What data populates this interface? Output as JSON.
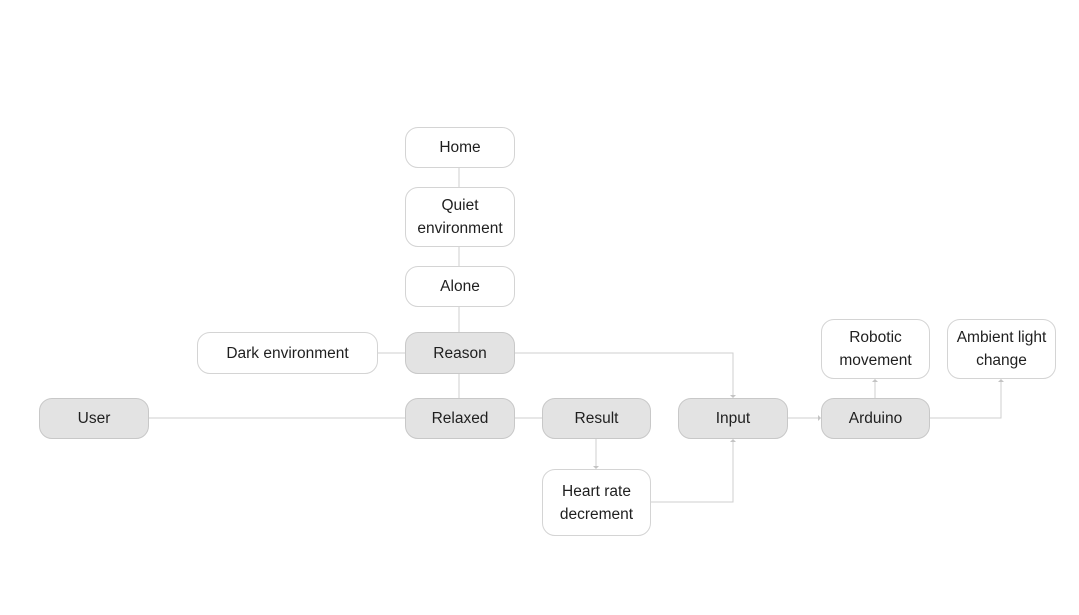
{
  "diagram": {
    "nodes": {
      "home": {
        "label": "Home"
      },
      "quiet": {
        "label": "Quiet\nenvironment"
      },
      "alone": {
        "label": "Alone"
      },
      "dark": {
        "label": "Dark environment"
      },
      "reason": {
        "label": "Reason"
      },
      "user": {
        "label": "User"
      },
      "relaxed": {
        "label": "Relaxed"
      },
      "result": {
        "label": "Result"
      },
      "heart": {
        "label": "Heart rate\ndecrement"
      },
      "input": {
        "label": "Input"
      },
      "arduino": {
        "label": "Arduino"
      },
      "robotic": {
        "label": "Robotic\nmovement"
      },
      "ambient": {
        "label": "Ambient light\nchange"
      }
    },
    "colors": {
      "primary_fill": "#e3e3e3",
      "secondary_fill": "#ffffff",
      "border": "#d4d4d4",
      "connector": "#cfcfcf"
    }
  }
}
